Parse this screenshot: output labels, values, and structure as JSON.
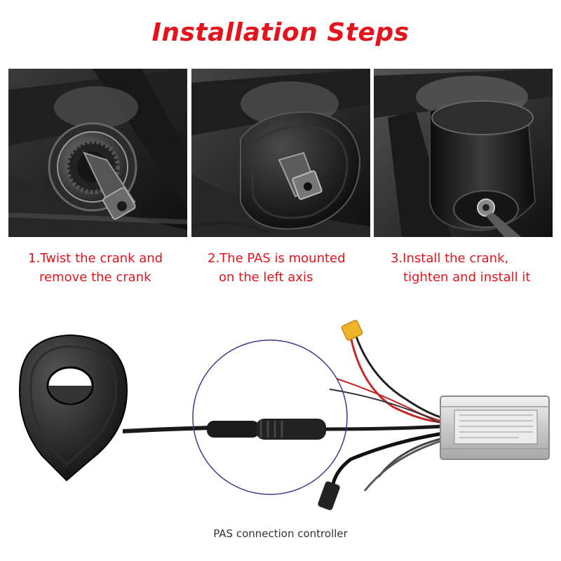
{
  "title": "Installation Steps",
  "steps": [
    {
      "line1": "1.Twist the crank and",
      "line2": "remove the crank"
    },
    {
      "line1": "2.The PAS is mounted",
      "line2": "on the left axis"
    },
    {
      "line1": "3.Install the crank,",
      "line2": "tighten and install it"
    }
  ],
  "caption": "PAS connection controller",
  "colors": {
    "accent": "#e3141b",
    "caption": "#333333"
  }
}
